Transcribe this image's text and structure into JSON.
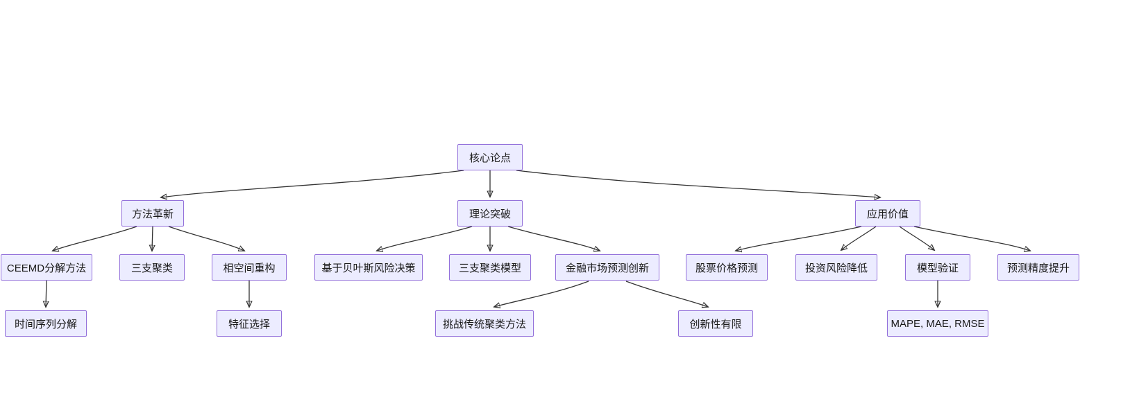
{
  "diagram": {
    "type": "flowchart-tree",
    "background_color": "#ffffff",
    "node_fill_color": "#ECECFF",
    "node_border_color": "#9370DB",
    "edge_color": "#333333",
    "nodes": {
      "root": {
        "label": "核心论点"
      },
      "method": {
        "label": "方法革新"
      },
      "theory": {
        "label": "理论突破"
      },
      "value": {
        "label": "应用价值"
      },
      "ceemd": {
        "label": "CEEMD分解方法"
      },
      "three_way": {
        "label": "三支聚类"
      },
      "phase_space": {
        "label": "相空间重构"
      },
      "bayes": {
        "label": "基于贝叶斯风险决策"
      },
      "three_way_model": {
        "label": "三支聚类模型"
      },
      "finance_innovation": {
        "label": "金融市场预测创新"
      },
      "stock_pred": {
        "label": "股票价格预测"
      },
      "risk_reduction": {
        "label": "投资风险降低"
      },
      "model_validation": {
        "label": "模型验证"
      },
      "accuracy": {
        "label": "预测精度提升"
      },
      "ts_decomp": {
        "label": "时间序列分解"
      },
      "feature_sel": {
        "label": "特征选择"
      },
      "challenge": {
        "label": "挑战传统聚类方法"
      },
      "limited_novelty": {
        "label": "创新性有限"
      },
      "metrics": {
        "label": "MAPE, MAE, RMSE"
      }
    },
    "edges": [
      {
        "from": "核心论点",
        "to": "方法革新"
      },
      {
        "from": "核心论点",
        "to": "理论突破"
      },
      {
        "from": "核心论点",
        "to": "应用价值"
      },
      {
        "from": "方法革新",
        "to": "CEEMD分解方法"
      },
      {
        "from": "方法革新",
        "to": "三支聚类"
      },
      {
        "from": "方法革新",
        "to": "相空间重构"
      },
      {
        "from": "CEEMD分解方法",
        "to": "时间序列分解"
      },
      {
        "from": "相空间重构",
        "to": "特征选择"
      },
      {
        "from": "理论突破",
        "to": "基于贝叶斯风险决策"
      },
      {
        "from": "理论突破",
        "to": "三支聚类模型"
      },
      {
        "from": "理论突破",
        "to": "金融市场预测创新"
      },
      {
        "from": "金融市场预测创新",
        "to": "挑战传统聚类方法"
      },
      {
        "from": "金融市场预测创新",
        "to": "创新性有限"
      },
      {
        "from": "应用价值",
        "to": "股票价格预测"
      },
      {
        "from": "应用价值",
        "to": "投资风险降低"
      },
      {
        "from": "应用价值",
        "to": "模型验证"
      },
      {
        "from": "应用价值",
        "to": "预测精度提升"
      },
      {
        "from": "模型验证",
        "to": "MAPE, MAE, RMSE"
      }
    ]
  }
}
